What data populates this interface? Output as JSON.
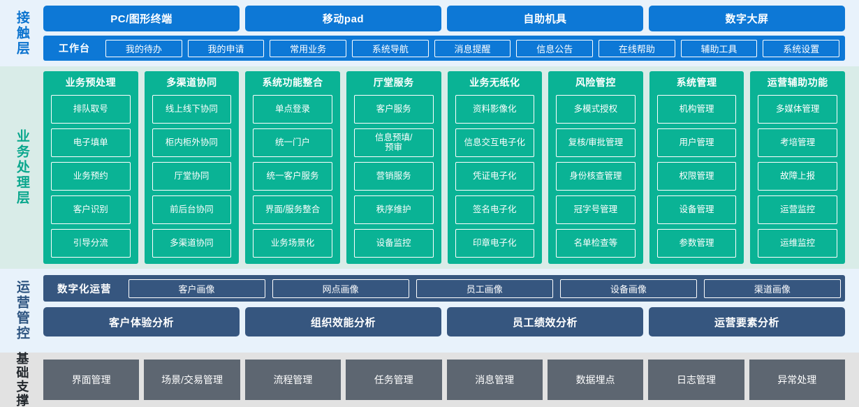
{
  "colors": {
    "blue": "#0d78d6",
    "blue_bg": "#e8f2fb",
    "green": "#0ab395",
    "green_bg": "#d9ece8",
    "navy": "#36567f",
    "gray": "#5d6671",
    "gray_bg": "#e2e2e2"
  },
  "contact_layer": {
    "label": "接触层",
    "terminals": [
      {
        "label": "PC/图形终端"
      },
      {
        "label": "移动pad"
      },
      {
        "label": "自助机具"
      },
      {
        "label": "数字大屏"
      }
    ],
    "workbench_title": "工作台",
    "workbench_items": [
      {
        "label": "我的待办"
      },
      {
        "label": "我的申请"
      },
      {
        "label": "常用业务"
      },
      {
        "label": "系统导航"
      },
      {
        "label": "消息提醒"
      },
      {
        "label": "信息公告"
      },
      {
        "label": "在线帮助"
      },
      {
        "label": "辅助工具"
      },
      {
        "label": "系统设置"
      }
    ]
  },
  "business_layer": {
    "label": "业务处理层",
    "columns": [
      {
        "title": "业务预处理",
        "items": [
          {
            "label": "排队取号"
          },
          {
            "label": "电子填单"
          },
          {
            "label": "业务预约"
          },
          {
            "label": "客户识别"
          },
          {
            "label": "引导分流"
          }
        ]
      },
      {
        "title": "多渠道协同",
        "items": [
          {
            "label": "线上线下协同"
          },
          {
            "label": "柜内柜外协同"
          },
          {
            "label": "厅堂协同"
          },
          {
            "label": "前后台协同"
          },
          {
            "label": "多渠道协同"
          }
        ]
      },
      {
        "title": "系统功能整合",
        "items": [
          {
            "label": "单点登录"
          },
          {
            "label": "统一门户"
          },
          {
            "label": "统一客户服务"
          },
          {
            "label": "界面/服务整合"
          },
          {
            "label": "业务场景化"
          }
        ]
      },
      {
        "title": "厅堂服务",
        "items": [
          {
            "label": "客户服务"
          },
          {
            "label": "信息预填/\n预审"
          },
          {
            "label": "营销服务"
          },
          {
            "label": "秩序维护"
          },
          {
            "label": "设备监控"
          }
        ]
      },
      {
        "title": "业务无纸化",
        "items": [
          {
            "label": "资料影像化"
          },
          {
            "label": "信息交互电子化"
          },
          {
            "label": "凭证电子化"
          },
          {
            "label": "签名电子化"
          },
          {
            "label": "印章电子化"
          }
        ]
      },
      {
        "title": "风险管控",
        "items": [
          {
            "label": "多模式授权"
          },
          {
            "label": "复核/审批管理"
          },
          {
            "label": "身份核查管理"
          },
          {
            "label": "冠字号管理"
          },
          {
            "label": "名单检查等"
          }
        ]
      },
      {
        "title": "系统管理",
        "items": [
          {
            "label": "机构管理"
          },
          {
            "label": "用户管理"
          },
          {
            "label": "权限管理"
          },
          {
            "label": "设备管理"
          },
          {
            "label": "参数管理"
          }
        ]
      },
      {
        "title": "运营辅助功能",
        "items": [
          {
            "label": "多媒体管理"
          },
          {
            "label": "考培管理"
          },
          {
            "label": "故障上报"
          },
          {
            "label": "运营监控"
          },
          {
            "label": "运维监控"
          }
        ]
      }
    ]
  },
  "operations_layer": {
    "label": "运营管控",
    "portrait_title": "数字化运营",
    "portrait_items": [
      {
        "label": "客户画像"
      },
      {
        "label": "网点画像"
      },
      {
        "label": "员工画像"
      },
      {
        "label": "设备画像"
      },
      {
        "label": "渠道画像"
      }
    ],
    "analysis_items": [
      {
        "label": "客户体验分析"
      },
      {
        "label": "组织效能分析"
      },
      {
        "label": "员工绩效分析"
      },
      {
        "label": "运营要素分析"
      }
    ]
  },
  "foundation_layer": {
    "label": "基础支撑",
    "items": [
      {
        "label": "界面管理"
      },
      {
        "label": "场景/交易管理"
      },
      {
        "label": "流程管理"
      },
      {
        "label": "任务管理"
      },
      {
        "label": "消息管理"
      },
      {
        "label": "数据埋点"
      },
      {
        "label": "日志管理"
      },
      {
        "label": "异常处理"
      }
    ]
  }
}
